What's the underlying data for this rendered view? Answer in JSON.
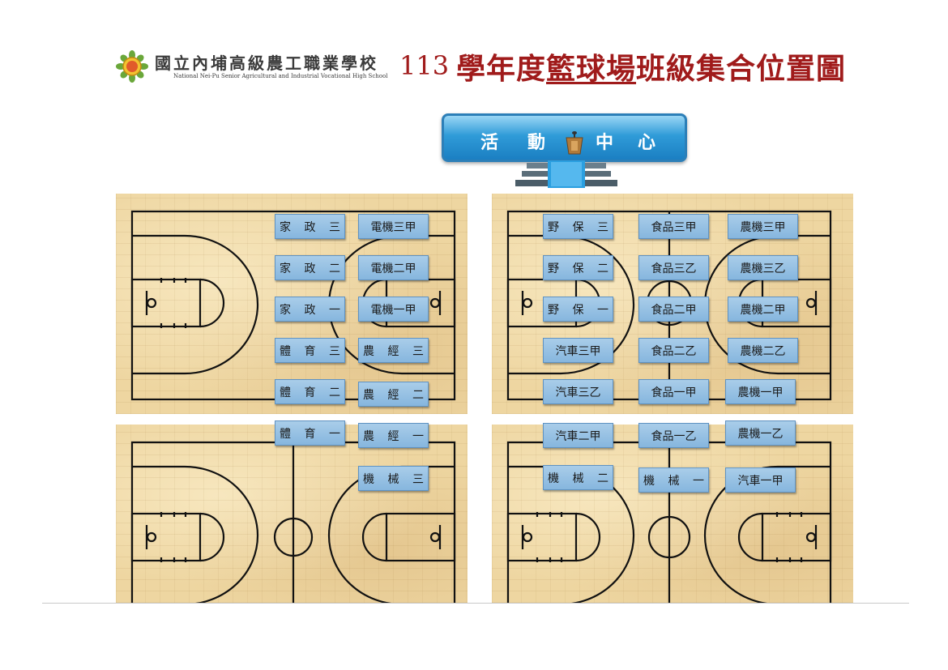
{
  "header": {
    "school_name": "國立內埔高級農工職業學校",
    "school_name_en": "National Nei-Pu Senior Agricultural and Industrial Vocational High School",
    "title_year": "113",
    "title_part1": "學年度",
    "title_part2": "籃球場",
    "title_part3": "班級集合位置圖"
  },
  "activity_center": {
    "chars": [
      "活",
      "動",
      "中",
      "心"
    ]
  },
  "colors": {
    "title": "#a01b1b",
    "tag_fill": "#9cc4e6",
    "court": "#eed6a1",
    "center_box": "#2f9bd8"
  },
  "class_tags": [
    "家 政 三",
    "電機三甲",
    "家 政 二",
    "電機二甲",
    "家 政 一",
    "電機一甲",
    "體 育 三",
    "農 經 三",
    "體 育 二",
    "農 經 二",
    "體 育 一",
    "農 經 一",
    "機 械 三",
    "野 保 三",
    "食品三甲",
    "農機三甲",
    "野 保 二",
    "食品三乙",
    "農機三乙",
    "野 保 一",
    "食品二甲",
    "農機二甲",
    "汽車三甲",
    "食品二乙",
    "農機二乙",
    "汽車三乙",
    "食品一甲",
    "農機一甲",
    "汽車二甲",
    "食品一乙",
    "農機一乙",
    "機 械 二",
    "機 械 一",
    "汽車一甲"
  ]
}
